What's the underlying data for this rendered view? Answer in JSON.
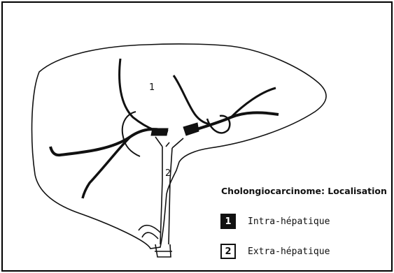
{
  "diagram": {
    "region_labels": {
      "intrahepatic": "1",
      "extrahepatic": "2"
    }
  },
  "legend": {
    "title": "Cholongiocarcinome: Localisation",
    "items": [
      {
        "number": "1",
        "label": "Intra-hépatique",
        "style": "filled"
      },
      {
        "number": "2",
        "label": "Extra-hépatique",
        "style": "outlined"
      }
    ]
  },
  "colors": {
    "ink": "#111111",
    "background": "#ffffff"
  }
}
